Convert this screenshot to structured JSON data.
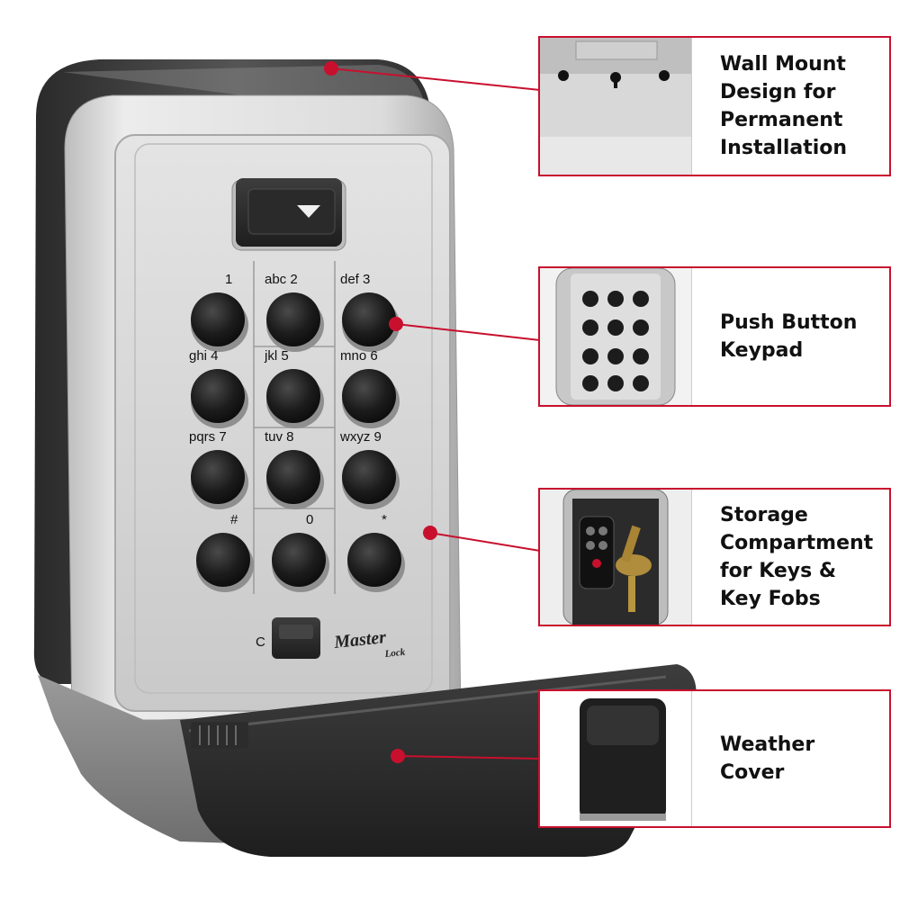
{
  "keypad": {
    "keys": [
      {
        "letters": "",
        "digit": "1"
      },
      {
        "letters": "abc",
        "digit": "2"
      },
      {
        "letters": "def",
        "digit": "3"
      },
      {
        "letters": "ghi",
        "digit": "4"
      },
      {
        "letters": "jkl",
        "digit": "5"
      },
      {
        "letters": "mno",
        "digit": "6"
      },
      {
        "letters": "pqrs",
        "digit": "7"
      },
      {
        "letters": "tuv",
        "digit": "8"
      },
      {
        "letters": "wxyz",
        "digit": "9"
      },
      {
        "letters": "",
        "digit": "#"
      },
      {
        "letters": "",
        "digit": "0"
      },
      {
        "letters": "",
        "digit": "*"
      }
    ],
    "clear_label": "C",
    "brand_line1": "Master",
    "brand_line2": "Lock"
  },
  "features": [
    {
      "id": "wall",
      "label": "Wall Mount\nDesign for\nPermanent\nInstallation"
    },
    {
      "id": "keypad",
      "label": "Push Button\nKeypad"
    },
    {
      "id": "storage",
      "label": "Storage\nCompartment\nfor Keys &\nKey Fobs"
    },
    {
      "id": "cover",
      "label": "Weather Cover"
    }
  ],
  "colors": {
    "accent": "#c8102e",
    "body_silver": "#d9d9d9",
    "housing_dark": "#3a3a3a",
    "button_black": "#1c1c1c"
  }
}
